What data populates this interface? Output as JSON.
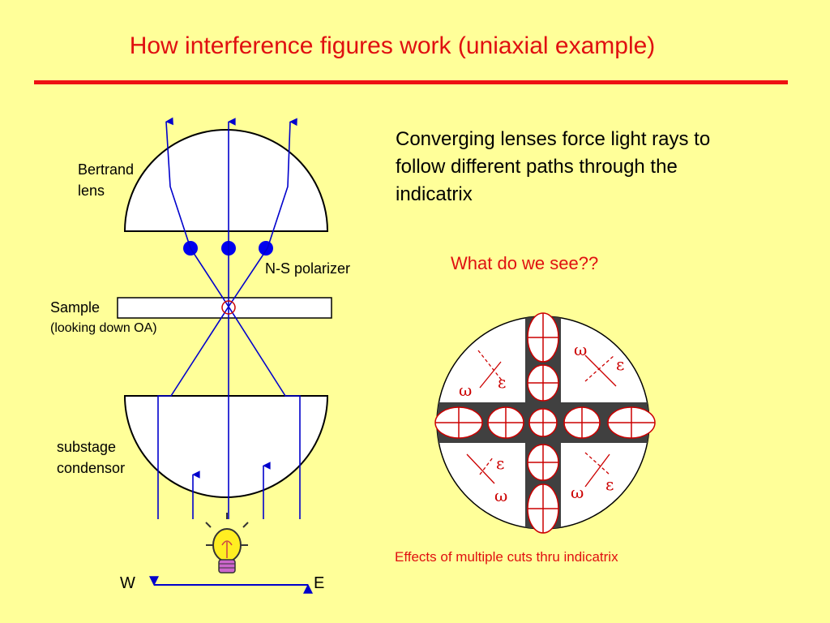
{
  "title": "How interference figures work (uniaxial example)",
  "left_diagram": {
    "bertrand_label": [
      "Bertrand",
      "lens"
    ],
    "polarizer_label": "N-S polarizer",
    "sample_label": "Sample",
    "sample_note": "(looking down OA)",
    "condensor_label": [
      "substage",
      "condensor"
    ],
    "west": "W",
    "east": "E",
    "icons": [
      "light-bulb-icon"
    ]
  },
  "description": "Converging lenses force light rays to follow different paths through the indicatrix",
  "question": "What do we see??",
  "right_diagram": {
    "symbols": {
      "omega": "ω",
      "epsilon": "ε"
    },
    "caption": "Effects of multiple cuts thru indicatrix"
  },
  "colors": {
    "title": "#e01010",
    "rays": "#0000cc",
    "ellipse": "#cc0000",
    "cross": "#404040",
    "background": "#ffff99"
  }
}
